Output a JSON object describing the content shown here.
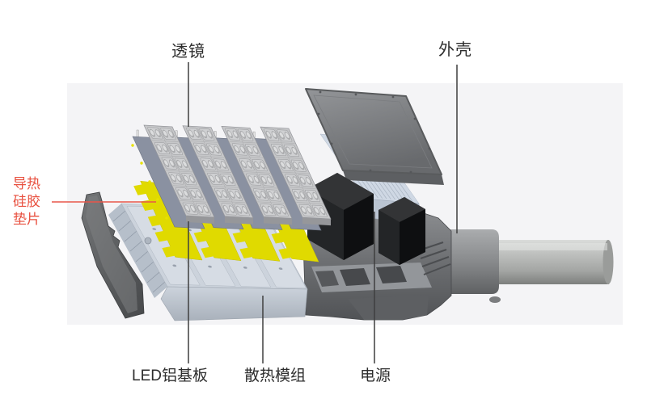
{
  "figure": {
    "type": "exploded-parts-diagram",
    "subject": "LED street light module",
    "labels": {
      "lens": "透镜",
      "housing": "外壳",
      "thermal_pad": [
        "导热",
        "硅胶",
        "垫片"
      ],
      "led_board": "LED铝基板",
      "heatsink": "散热模组",
      "power": "电源"
    },
    "colors": {
      "label_text": "#2d2d2d",
      "thermal_pad_text": "#e8503f",
      "leader_line": "#3f3f3f",
      "thermal_pad_leader_line": "#e8564a",
      "gasket_yellow": "#e0da00",
      "heatsink_gray_blue": "#ccd3dc",
      "housing_dark_gray": "#6a6c6f",
      "backdrop": "#f4f4f6"
    }
  }
}
